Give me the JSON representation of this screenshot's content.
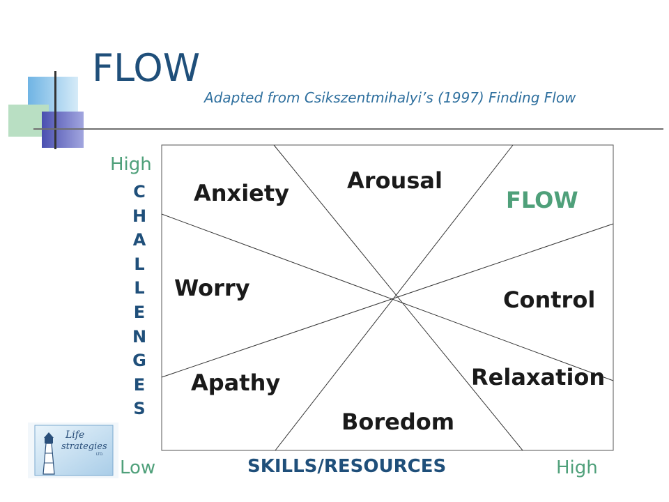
{
  "slide": {
    "title": "FLOW",
    "subtitle": "Adapted from Csikszentmihalyi’s (1997) Finding Flow"
  },
  "diagram": {
    "regions": {
      "anxiety": "Anxiety",
      "arousal": "Arousal",
      "flow": "FLOW",
      "worry": "Worry",
      "control": "Control",
      "apathy": "Apathy",
      "relaxation": "Relaxation",
      "boredom": "Boredom"
    },
    "y_axis": {
      "high": "High",
      "letters": [
        "C",
        "H",
        "A",
        "L",
        "L",
        "E",
        "N",
        "G",
        "E",
        "S"
      ]
    },
    "x_axis": {
      "low": "Low",
      "title": "SKILLS/RESOURCES",
      "high": "High"
    }
  },
  "logo": {
    "line1": "Life",
    "line2": "strategies",
    "line3": "LTD."
  },
  "colors": {
    "title": "#1f4f7a",
    "subtitle": "#2e6f9e",
    "flow_accent": "#4fa07a",
    "challenges": "#1f4f7a"
  }
}
